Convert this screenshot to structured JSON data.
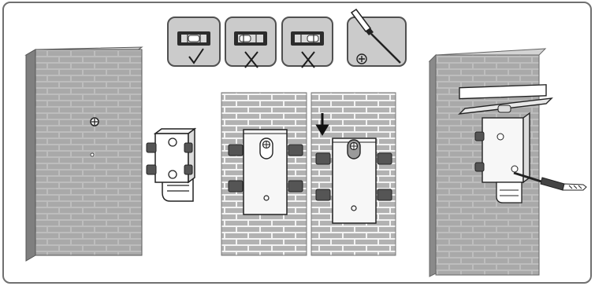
{
  "colors": {
    "frame_border": "#6f6f6f",
    "icon_panel_bg": "#c9c9c9",
    "icon_panel_border": "#555555",
    "wall_face": "#b9b9b9",
    "wall_side": "#8e8e8e",
    "wall_top": "#d6d6d6",
    "mortar": "#f0f0f0",
    "metal": "#f4f4f4",
    "outline": "#2b2b2b"
  },
  "icons": [
    {
      "name": "level-ok-icon",
      "state": "correct"
    },
    {
      "name": "level-wrong-icon",
      "state": "incorrect"
    },
    {
      "name": "level-wrong-icon",
      "state": "incorrect"
    },
    {
      "name": "phillips-screwdriver-icon",
      "state": "tool"
    }
  ],
  "steps": [
    {
      "name": "wall-with-screw-hole"
    },
    {
      "name": "mounting-bracket"
    },
    {
      "name": "bracket-on-wall-hang"
    },
    {
      "name": "bracket-slide-down"
    },
    {
      "name": "bracket-tighten-with-level"
    }
  ]
}
